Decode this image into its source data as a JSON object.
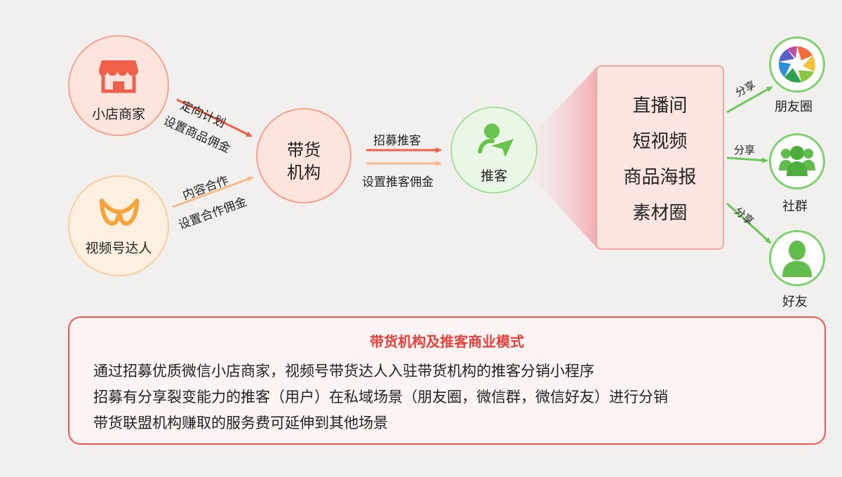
{
  "nodes": {
    "shop": "小店商家",
    "creator": "视频号达人",
    "agency_line1": "带货",
    "agency_line2": "机构",
    "promoter": "推客",
    "content": [
      "直播间",
      "短视频",
      "商品海报",
      "素材圈"
    ],
    "moments": "朋友圈",
    "community": "社群",
    "friend": "好友"
  },
  "edges": {
    "shop_to_agency_top": "定向计划",
    "shop_to_agency_bottom": "设置商品佣金",
    "creator_to_agency_top": "内容合作",
    "creator_to_agency_bottom": "设置合作佣金",
    "agency_to_promoter_top": "招募推客",
    "agency_to_promoter_bottom": "设置推客佣金",
    "share_1": "分享",
    "share_2": "分享",
    "share_3": "分享"
  },
  "info": {
    "title": "带货机构及推客商业模式",
    "lines": [
      "通过招募优质微信小店商家，视频号带货达人入驻带货机构的推客分销小程序",
      "招募有分享裂变能力的推客（用户）在私域场景（朋友圈，微信群，微信好友）进行分销",
      "带货联盟机构赚取的服务费可延伸到其他场景"
    ]
  },
  "colors": {
    "red": "#f0604b",
    "orange": "#f7b98a",
    "green": "#6cc75a",
    "title_red": "#e8403a"
  }
}
